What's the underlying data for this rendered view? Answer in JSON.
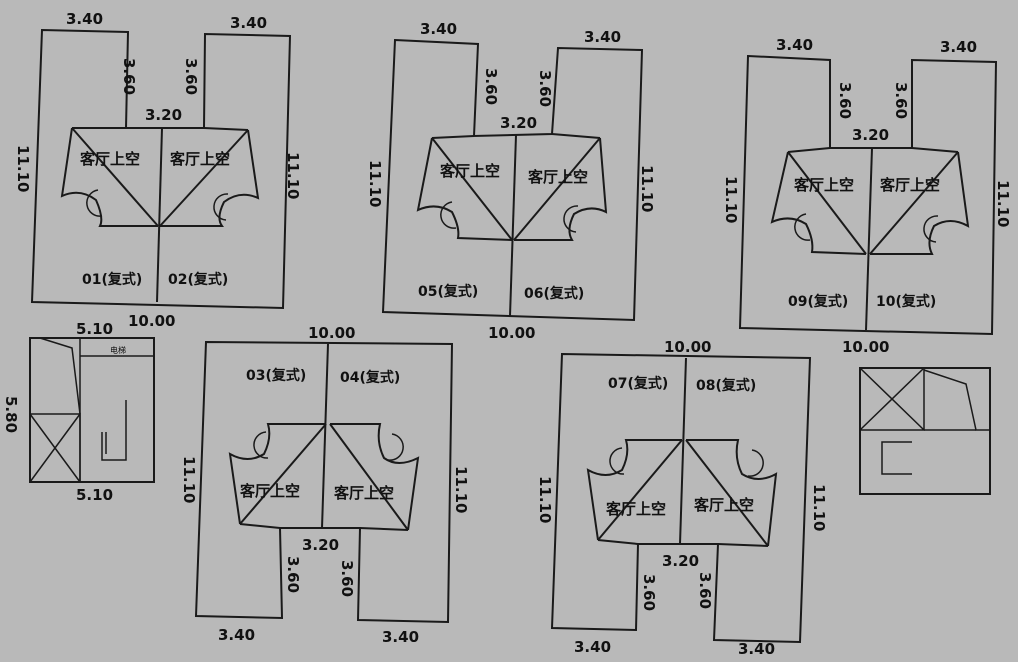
{
  "labels": {
    "living_void": "客厅上空",
    "elevator": "电梯"
  },
  "plans": [
    {
      "top_left_width": "3.40",
      "top_right_width": "3.40",
      "notch_left_depth": "3.60",
      "notch_right_depth": "3.60",
      "notch_width": "3.20",
      "left_height": "11.10",
      "right_height": "11.10",
      "bottom_width": "10.00",
      "unit_left": "01(复式)",
      "unit_right": "02(复式)"
    },
    {
      "top_left_width": "3.40",
      "top_right_width": "3.40",
      "notch_left_depth": "3.60",
      "notch_right_depth": "3.60",
      "notch_width": "3.20",
      "left_height": "11.10",
      "right_height": "11.10",
      "bottom_width": "10.00",
      "unit_left": "05(复式)",
      "unit_right": "06(复式)"
    },
    {
      "top_left_width": "3.40",
      "top_right_width": "3.40",
      "notch_left_depth": "3.60",
      "notch_right_depth": "3.60",
      "notch_width": "3.20",
      "left_height": "11.10",
      "right_height": "11.10",
      "bottom_width": "10.00",
      "unit_left": "09(复式)",
      "unit_right": "10(复式)"
    },
    {
      "top_width": "10.00",
      "unit_left": "03(复式)",
      "unit_right": "04(复式)",
      "left_height": "11.10",
      "right_height": "11.10",
      "notch_width": "3.20",
      "notch_left_depth": "3.60",
      "notch_right_depth": "3.60",
      "bottom_left_width": "3.40",
      "bottom_right_width": "3.40"
    },
    {
      "top_width": "10.00",
      "unit_left": "07(复式)",
      "unit_right": "08(复式)",
      "left_height": "11.10",
      "right_height": "11.10",
      "notch_width": "3.20",
      "notch_left_depth": "3.60",
      "notch_right_depth": "3.60",
      "bottom_left_width": "3.40",
      "bottom_right_width": "3.40"
    }
  ],
  "core": {
    "top_width": "5.10",
    "bottom_width": "5.10",
    "height": "5.80"
  }
}
